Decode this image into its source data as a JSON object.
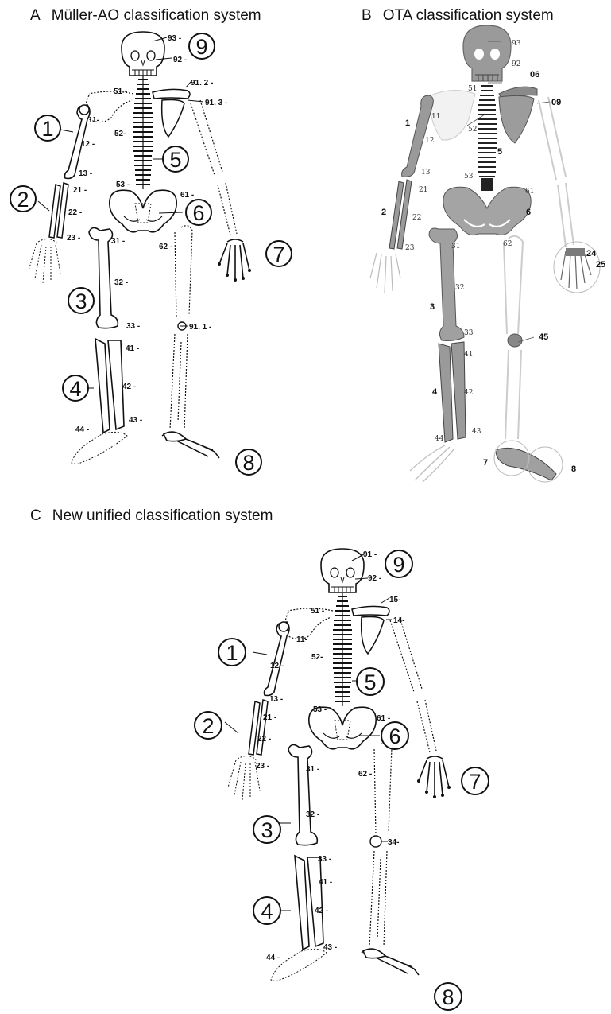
{
  "panels": [
    {
      "letter": "A",
      "title": "Müller-AO classification system"
    },
    {
      "letter": "B",
      "title": "OTA classification system"
    },
    {
      "letter": "C",
      "title": "New unified classification system"
    }
  ],
  "panel_a": {
    "circles": [
      "1",
      "2",
      "3",
      "4",
      "5",
      "6",
      "7",
      "8",
      "9"
    ],
    "codes": {
      "c93": "93 -",
      "c92": "92 -",
      "c51": "51 -",
      "c912": "91. 2 -",
      "c913": "91. 3 -",
      "c11": "11-",
      "c12": "12 -",
      "c52": "52-",
      "c13": "13 -",
      "c21": "21 -",
      "c22": "22 -",
      "c23": "23 -",
      "c53": "53 -",
      "c61": "61 -",
      "c31": "31 -",
      "c62": "62 -",
      "c32": "32 -",
      "c33": "33 -",
      "c911": "91. 1 -",
      "c41": "41 -",
      "c42": "42 -",
      "c43": "43 -",
      "c44": "44 -"
    }
  },
  "panel_b": {
    "codes": {
      "c93": "93",
      "c92": "92",
      "c51": "51",
      "c06": "06",
      "c09": "09",
      "c1": "1",
      "c11": "11",
      "c12": "12",
      "c52": "52",
      "c5": "5",
      "c13": "13",
      "c53": "53",
      "c21": "21",
      "c61": "61",
      "c2": "2",
      "c22": "22",
      "c6": "6",
      "c31": "31",
      "c62": "62",
      "c23": "23",
      "c24": "24",
      "c25": "25",
      "c32": "32",
      "c3": "3",
      "c33": "33",
      "c45": "45",
      "c41": "41",
      "c4": "4",
      "c42": "42",
      "c43": "43",
      "c44": "44",
      "c7": "7",
      "c8": "8"
    }
  },
  "panel_c": {
    "circles": [
      "1",
      "2",
      "3",
      "4",
      "5",
      "6",
      "7",
      "8",
      "9"
    ],
    "codes": {
      "c91": "91 -",
      "c92": "92 -",
      "c51": "51 -",
      "c15": "15-",
      "c14": "14-",
      "c11": "11-",
      "c12": "12 -",
      "c52": "52-",
      "c13": "13 -",
      "c53": "53 -",
      "c61": "61 -",
      "c21": "21 -",
      "c22": "22 -",
      "c23": "23 -",
      "c31": "31 -",
      "c62": "62 -",
      "c32": "32 -",
      "c33": "33 -",
      "c34": "34-",
      "c41": "41 -",
      "c42": "42 -",
      "c43": "43 -",
      "c44": "44 -"
    }
  }
}
